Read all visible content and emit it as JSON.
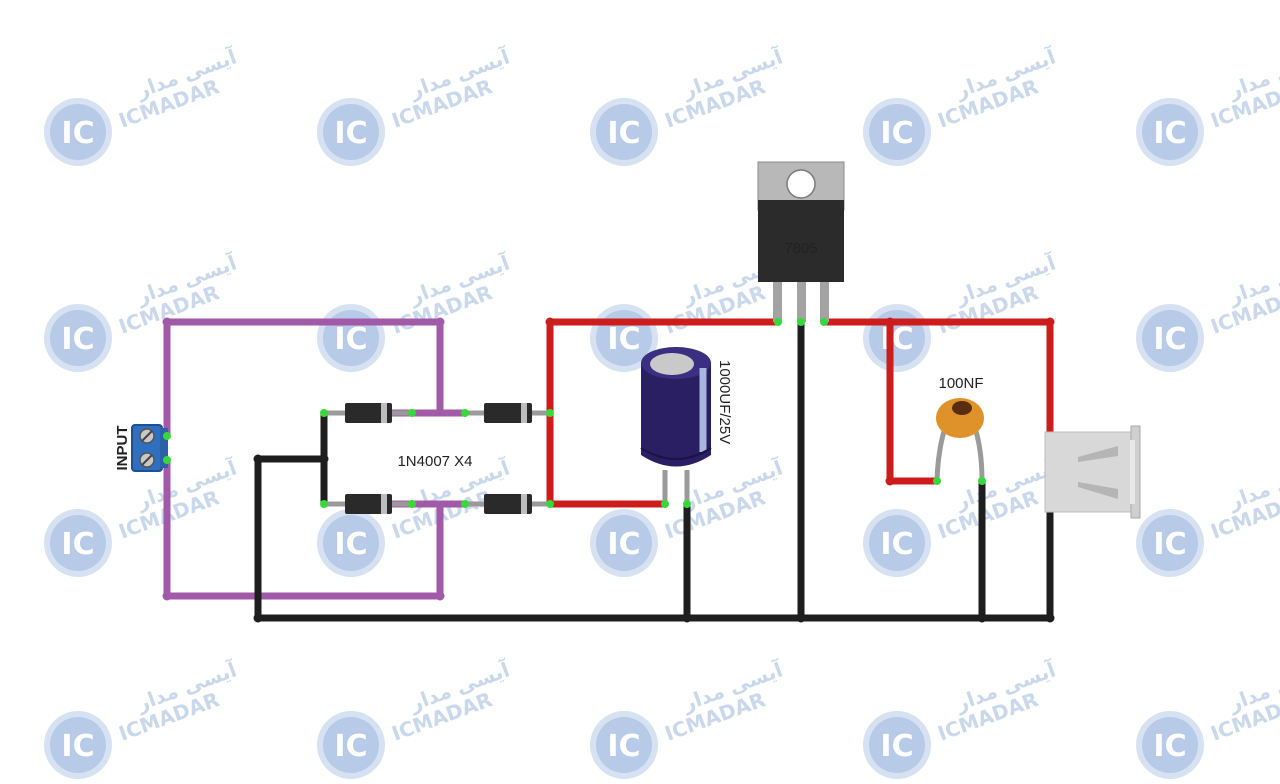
{
  "labels": {
    "input": "INPUT",
    "diodes": "1N4007 X4",
    "regulator": "7805",
    "capacitor_electrolytic": "1000UF/25V",
    "capacitor_ceramic": "100NF"
  },
  "watermark": {
    "ic": "IC",
    "brand_latin": "ICMADAR",
    "brand_farsi": "آیسی مدار"
  },
  "colors": {
    "wire_red": "#cc1c1c",
    "wire_black": "#1e1e1e",
    "wire_purple": "#a15aa8",
    "pin_green": "#39d83a",
    "terminal_blue": "#2f6fbf",
    "cap_blue": "#2a1f63",
    "ceramic_orange": "#e0922a",
    "watermark": "#b9cbe6"
  }
}
